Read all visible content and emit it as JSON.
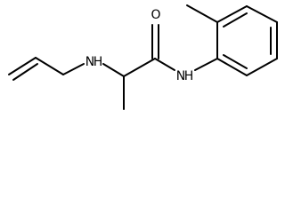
{
  "molecule": {
    "atoms": {
      "amine_nitrogen": "N",
      "amine_hydrogen": "H",
      "carbonyl_oxygen": "O",
      "amide_nitrogen": "N",
      "amide_hydrogen": "H"
    }
  }
}
